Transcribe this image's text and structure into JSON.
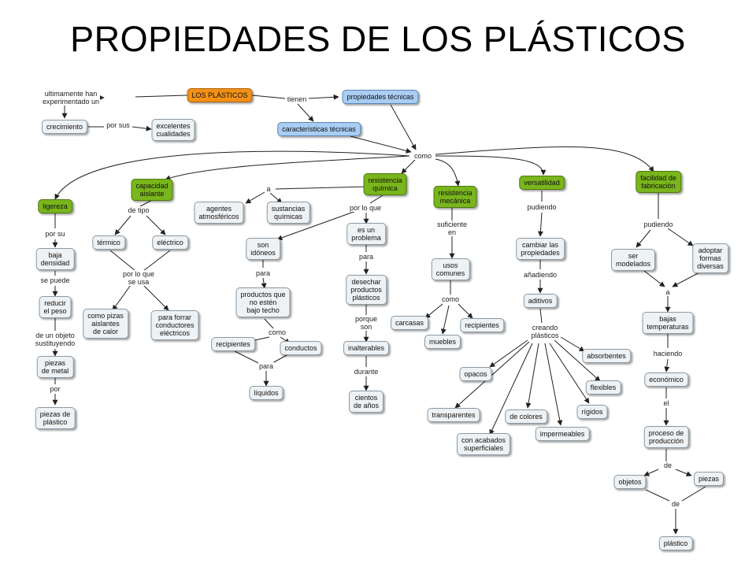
{
  "title": "PROPIEDADES DE LOS PLÁSTICOS",
  "colors": {
    "concept_gray": "#eef2f4",
    "concept_green": "#79b51c",
    "concept_blue": "#a9cdf3",
    "concept_orange": "#f39117",
    "edge": "#222222"
  },
  "concepts": {
    "los_plasticos": "LOS PLÁSTICOS",
    "propiedades_tecnicas": "propiedades técnicas",
    "caracteristicas_tecnicas": "características técnicas",
    "crecimiento": "crecimiento",
    "excelentes_cualidades": "excelentes\ncualidades",
    "ligereza": "ligereza",
    "baja_densidad": "baja\ndensidad",
    "reducir_peso": "reducir\nel peso",
    "piezas_metal": "piezas\nde metal",
    "piezas_plastico": "piezas de\nplástico",
    "capacidad_aislante": "capacidad\naislante",
    "termico": "térmico",
    "electrico": "eléctrico",
    "como_pizas": "como pizas\naislantes\nde calor",
    "para_forrar": "para forrar\nconductores\neléctricos",
    "resistencia_quimica": "resistencia\nquímica",
    "agentes": "agentes\natmosféricos",
    "sustancias": "sustancias\nquímicas",
    "son_idoneos": "son\nidóneos",
    "productos_que": "productos que\nno estén\nbajo techo",
    "recipientes_1": "recipientes",
    "conductos": "conductos",
    "liquidos": "líquidos",
    "es_un_problema": "es un\nproblema",
    "desechar": "desechar\nproductos\nplásticos",
    "inalterables": "inalterables",
    "cientos": "cientos\nde años",
    "resistencia_mecanica": "resistencia\nmecánica",
    "usos_comunes": "usos\ncomunes",
    "carcasas": "carcasas",
    "muebles": "muebles",
    "recipientes_2": "recipientes",
    "versatilidad": "versatilidad",
    "cambiar": "cambiar las\npropiedades",
    "aditivos": "aditivos",
    "opacos": "opacos",
    "transparentes": "transparentes",
    "con_acabados": "con acabados\nsuperficiales",
    "de_colores": "de colores",
    "impermeables": "impermeables",
    "rigidos": "rígidos",
    "flexibles": "flexibles",
    "absorbentes": "absorbentes",
    "facilidad": "facilidad de\nfabricación",
    "ser_modelados": "ser\nmodelados",
    "adoptar": "adoptar\nformas\ndiversas",
    "bajas_temp": "bajas\ntemperaturas",
    "economico": "económico",
    "proceso": "proceso de\nproducción",
    "objetos": "objetos",
    "piezas": "piezas",
    "plastico": "plástico"
  },
  "linking_phrases": {
    "ultimamente": "ultimamente han\nexperimentado un",
    "por_sus": "por sus",
    "tienen": "tienen",
    "como_main": "como",
    "por_su": "por su",
    "se_puede": "se puede",
    "sustituyendo": "de un objeto\nsustituyendo",
    "por": "por",
    "de_tipo": "de tipo",
    "por_lo_que_se_usa": "por lo que\nse usa",
    "a_quim": "a",
    "por_lo_que": "por lo que",
    "para_1": "para",
    "como_prod": "como",
    "para_2": "para",
    "para_3": "para",
    "porque_son": "porque\nson",
    "durante": "durante",
    "suficiente_en": "suficiente\nen",
    "como_usos": "como",
    "pudiendo_1": "pudiendo",
    "anadiendo": "añadiendo",
    "creando_plasticos": "creando\nplásticos",
    "pudiendo_2": "pudiendo",
    "a_temp": "a",
    "haciendo": "haciendo",
    "el": "el",
    "de_1": "de",
    "de_2": "de"
  }
}
